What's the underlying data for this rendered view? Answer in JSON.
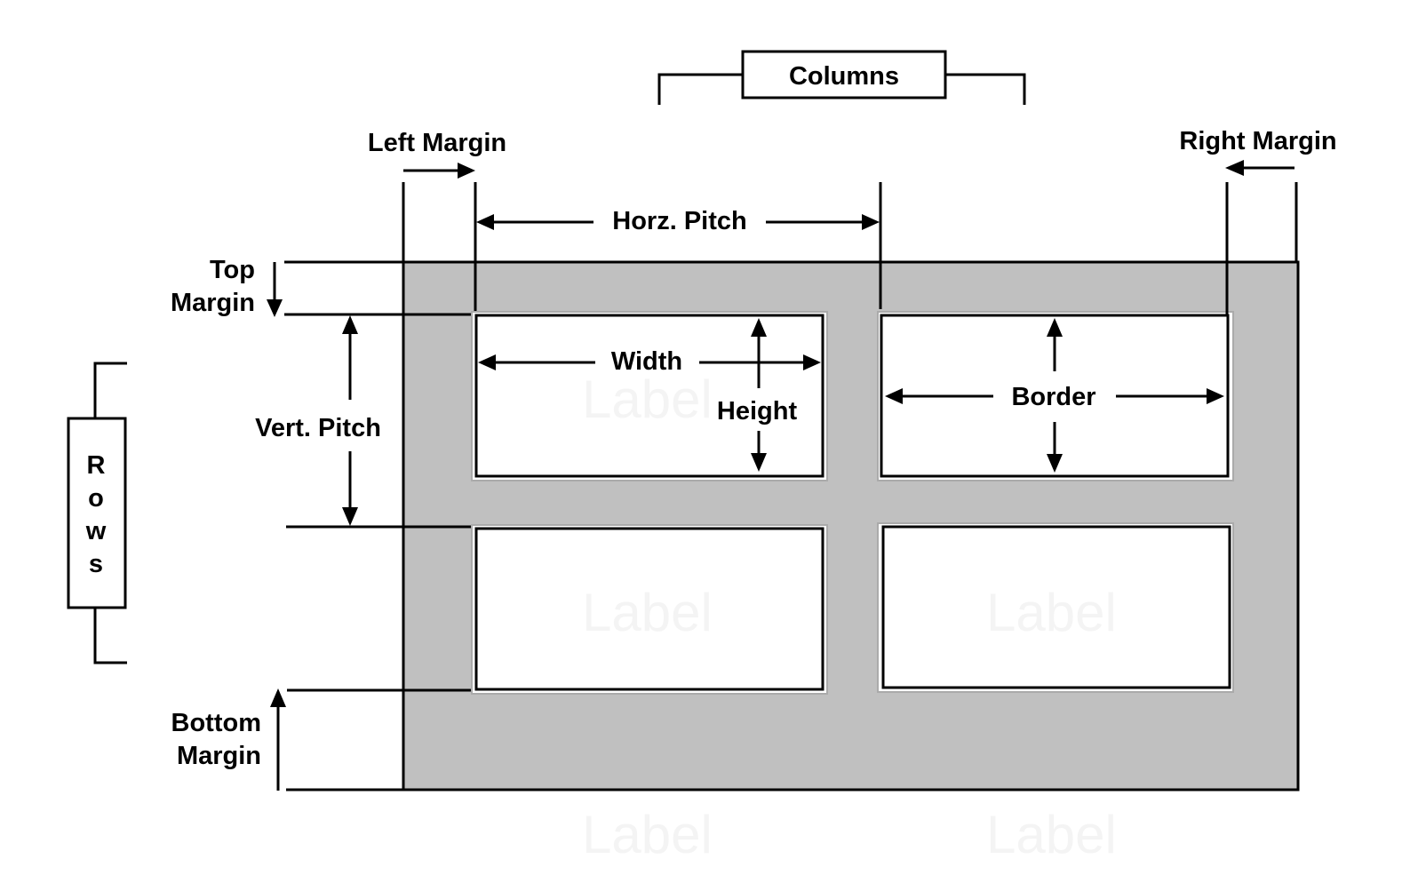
{
  "diagram": {
    "title_box": "Columns",
    "rows_box": [
      "R",
      "o",
      "w",
      "s"
    ],
    "labels": {
      "left_margin": "Left Margin",
      "right_margin": "Right Margin",
      "horz_pitch": "Horz. Pitch",
      "top_margin_1": "Top",
      "top_margin_2": "Margin",
      "vert_pitch": "Vert. Pitch",
      "width": "Width",
      "height": "Height",
      "border": "Border",
      "bottom_margin_1": "Bottom",
      "bottom_margin_2": "Margin"
    },
    "cell_watermark": "Label",
    "colors": {
      "sheet": "#c0c0c0",
      "cell": "#ffffff",
      "line": "#000000"
    }
  }
}
